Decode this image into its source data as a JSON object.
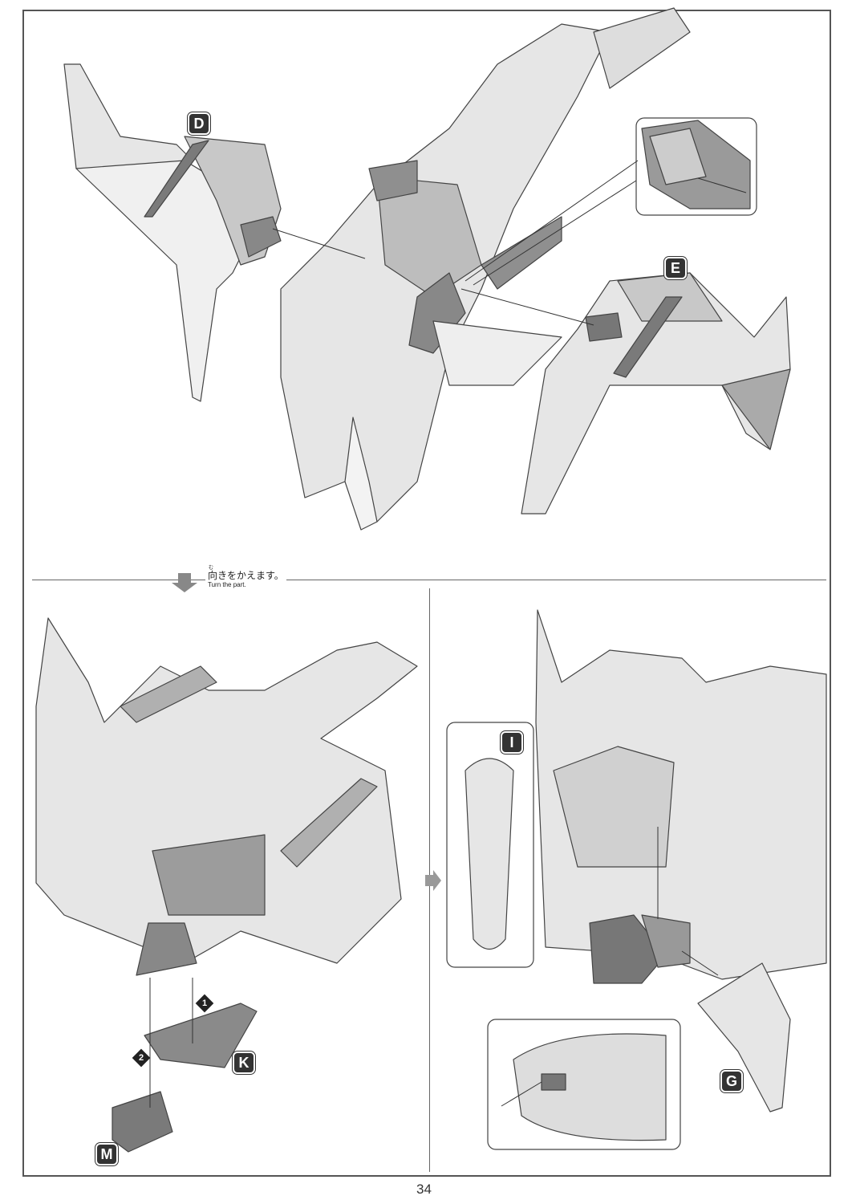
{
  "page_number": "34",
  "instruction": {
    "furigana": "む",
    "japanese": "向きをかえます。",
    "english": "Turn the part."
  },
  "part_labels": {
    "d": "D",
    "e": "E",
    "i": "I",
    "k": "K",
    "g": "G",
    "m": "M"
  },
  "steps": [
    "1",
    "2"
  ]
}
